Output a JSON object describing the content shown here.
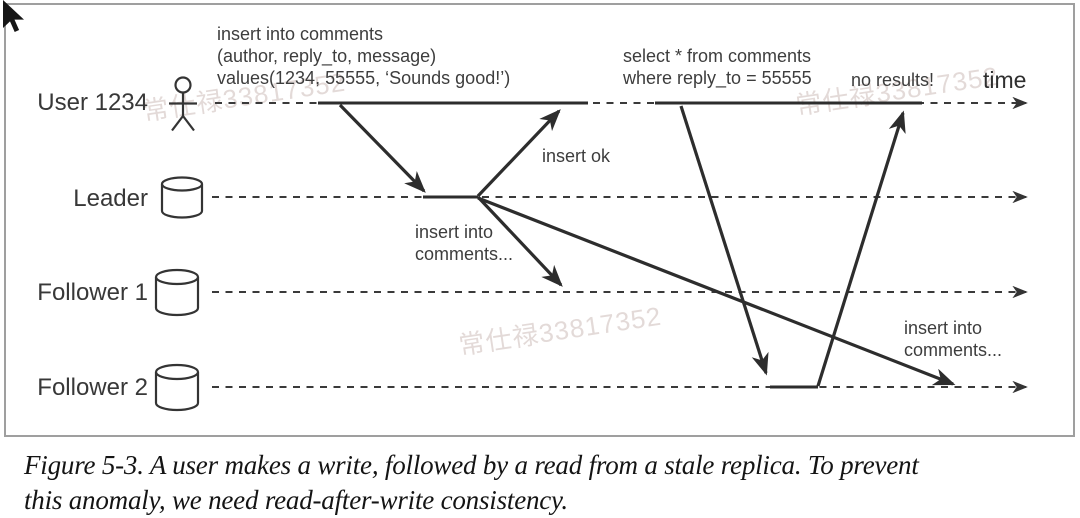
{
  "figure": {
    "nodes": [
      {
        "label": "User 1234",
        "icon": "stick-figure"
      },
      {
        "label": "Leader",
        "icon": "database-cylinder"
      },
      {
        "label": "Follower 1",
        "icon": "database-cylinder"
      },
      {
        "label": "Follower 2",
        "icon": "database-cylinder"
      }
    ],
    "annotations": {
      "insert_query": [
        "insert into comments",
        "(author, reply_to, message)",
        "values(1234, 55555, ‘Sounds good!’)"
      ],
      "select_query": [
        "select * from comments",
        "where reply_to = 55555"
      ],
      "insert_ok": "insert ok",
      "no_results": "no results!",
      "time_axis": "time",
      "replicate_to_follower1": [
        "insert into",
        "comments..."
      ],
      "replicate_to_follower2": [
        "insert into",
        "comments..."
      ]
    },
    "watermark_text": "常仕禄33817352"
  },
  "caption": {
    "line1": "Figure 5-3. A user makes a write, followed by a read from a stale replica. To prevent",
    "line2": "this anomaly, we need read-after-write consistency."
  },
  "colors": {
    "diagram_ink": "#3a3a3a",
    "frame_border": "#9f9f9f",
    "caption_text": "#141414",
    "watermark": "#c9b7b3",
    "background": "#ffffff"
  }
}
